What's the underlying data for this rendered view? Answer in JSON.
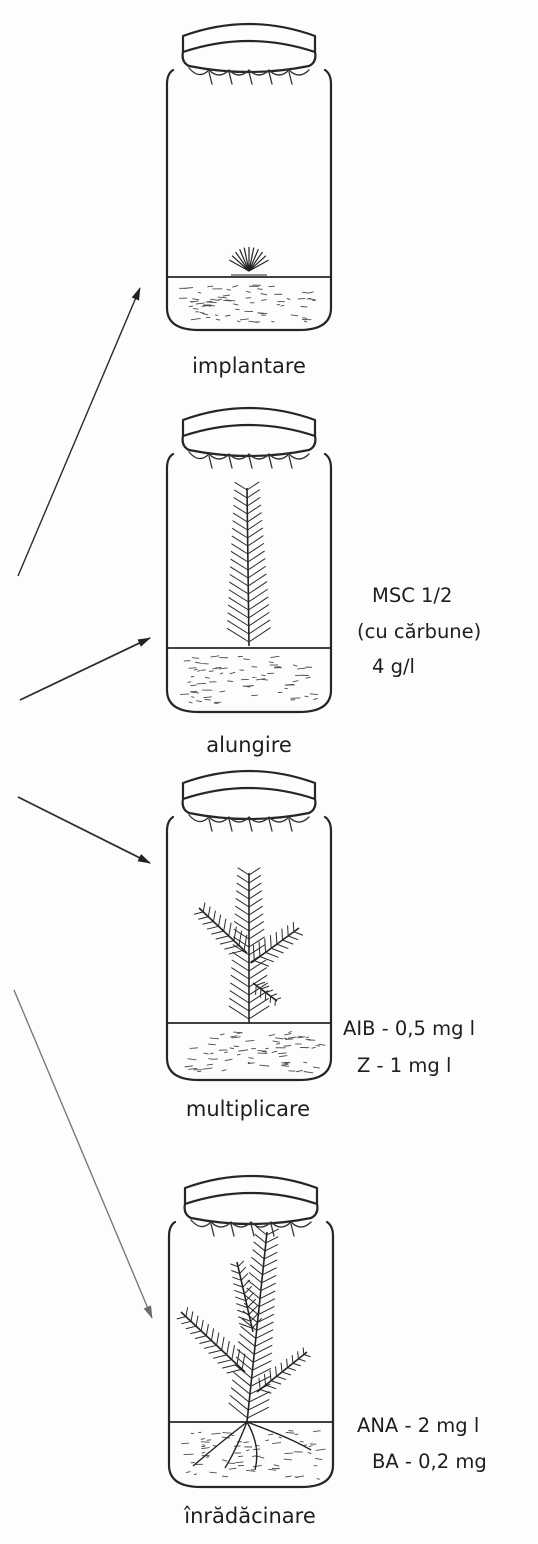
{
  "stages": [
    {
      "id": "implantare",
      "label": "implantare",
      "medium": []
    },
    {
      "id": "alungire",
      "label": "alungire",
      "medium": [
        "MSC  1/2",
        "(cu  cărbune)",
        "4  g/l"
      ]
    },
    {
      "id": "multiplicare",
      "label": "multiplicare",
      "medium": [
        "AIB - 0,5 mg l",
        "Z - 1   mg l"
      ]
    },
    {
      "id": "inradacinare",
      "label": "înrădăcinare",
      "medium": [
        "ANA - 2 mg l",
        "BA - 0,2 mg"
      ]
    }
  ],
  "colors": {
    "ink": "#262626",
    "paper": "#fdfdfb",
    "faded": "#8a8a8a"
  }
}
